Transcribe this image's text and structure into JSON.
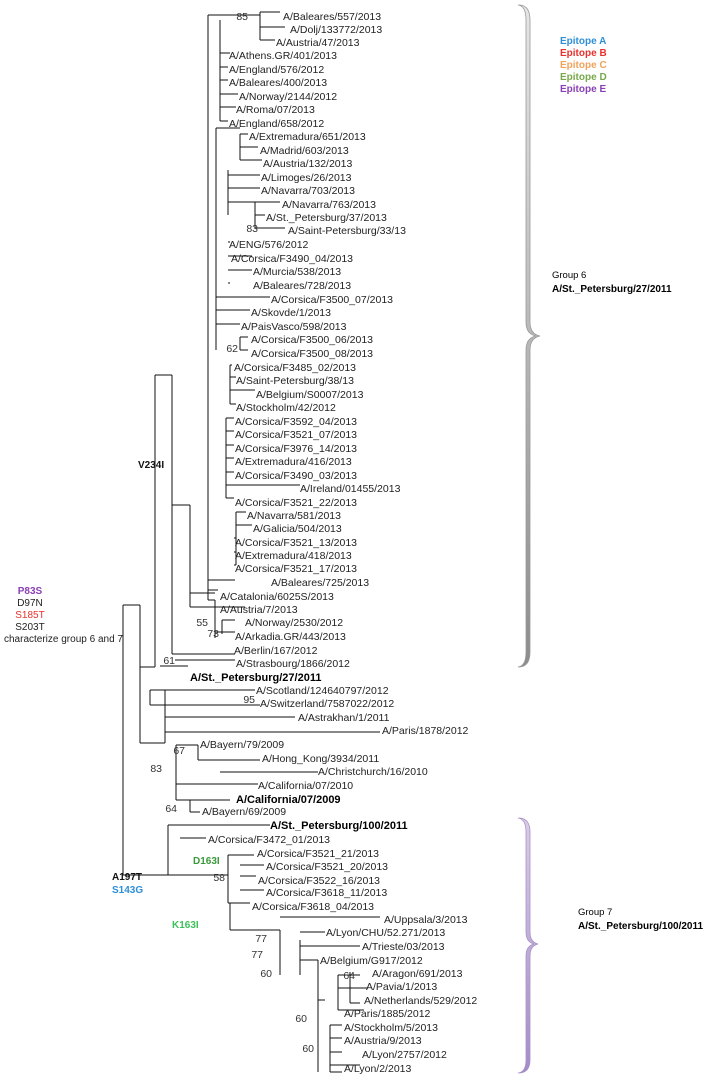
{
  "leaves": [
    "A/Baleares/557/2013",
    "A/Dolj/133772/2013",
    "A/Austria/47/2013",
    "A/Athens.GR/401/2013",
    "A/England/576/2012",
    "A/Baleares/400/2013",
    "A/Norway/2144/2012",
    "A/Roma/07/2013",
    "A/England/658/2012",
    "A/Extremadura/651/2013",
    "A/Madrid/603/2013",
    "A/Austria/132/2013",
    "A/Limoges/26/2013",
    "A/Navarra/703/2013",
    "A/Navarra/763/2013",
    "A/St._Petersburg/37/2013",
    "A/Saint-Petersburg/33/13",
    "A/ENG/576/2012",
    "A/Corsica/F3490_04/2013",
    "A/Murcia/538/2013",
    "A/Baleares/728/2013",
    "A/Corsica/F3500_07/2013",
    "A/Skovde/1/2013",
    "A/PaisVasco/598/2013",
    "A/Corsica/F3500_06/2013",
    "A/Corsica/F3500_08/2013",
    "A/Corsica/F3485_02/2013",
    "A/Saint-Petersburg/38/13",
    "A/Belgium/S0007/2013",
    "A/Stockholm/42/2012",
    "A/Corsica/F3592_04/2013",
    "A/Corsica/F3521_07/2013",
    "A/Corsica/F3976_14/2013",
    "A/Extremadura/416/2013",
    "A/Corsica/F3490_03/2013",
    "A/Ireland/01455/2013",
    "A/Corsica/F3521_22/2013",
    "A/Navarra/581/2013",
    "A/Galicia/504/2013",
    "A/Corsica/F3521_13/2013",
    "A/Extremadura/418/2013",
    "A/Corsica/F3521_17/2013",
    "A/Baleares/725/2013",
    "A/Catalonia/6025S/2013",
    "A/Austria/7/2013",
    "A/Norway/2530/2012",
    "A/Arkadia.GR/443/2013",
    "A/Berlin/167/2012",
    "A/Strasbourg/1866/2012",
    "A/St._Petersburg/27/2011",
    "A/Scotland/124640797/2012",
    "A/Switzerland/7587022/2012",
    "A/Astrakhan/1/2011",
    "A/Paris/1878/2012",
    "A/Bayern/79/2009",
    "A/Hong_Kong/3934/2011",
    "A/Christchurch/16/2010",
    "A/California/07/2010",
    "A/California/07/2009",
    "A/Bayern/69/2009",
    "A/St._Petersburg/100/2011",
    "A/Corsica/F3472_01/2013",
    "A/Corsica/F3521_21/2013",
    "A/Corsica/F3521_20/2013",
    "A/Corsica/F3522_16/2013",
    "A/Corsica/F3618_11/2013",
    "A/Corsica/F3618_04/2013",
    "A/Uppsala/3/2013",
    "A/Lyon/CHU/52.271/2013",
    "A/Trieste/03/2013",
    "A/Belgium/G917/2012",
    "A/Aragon/691/2013",
    "A/Pavia/1/2013",
    "A/Netherlands/529/2012",
    "A/Paris/1885/2012",
    "A/Stockholm/5/2013",
    "A/Austria/9/2013",
    "A/Lyon/2757/2012",
    "A/Lyon/2/2013"
  ],
  "bootstrap": [
    "85",
    "83",
    "62",
    "55",
    "73",
    "61",
    "95",
    "67",
    "83",
    "64",
    "58",
    "77",
    "77",
    "60",
    "64",
    "60",
    "60"
  ],
  "mutations": {
    "v234i": "V234I",
    "p83s": "P83S",
    "d97n": "D97N",
    "s185t": "S185T",
    "s203t": "S203T",
    "characterize": "characterize group 6 and 7",
    "a197t": "A197T",
    "s143g": "S143G",
    "d163i": "D163I",
    "k163i": "K163I"
  },
  "legend": [
    {
      "label": "Epitope A",
      "color": "#2e8fd6"
    },
    {
      "label": "Epitope B",
      "color": "#e8312d"
    },
    {
      "label": "Epitope C",
      "color": "#f0a35a"
    },
    {
      "label": "Epitope D",
      "color": "#78a84a"
    },
    {
      "label": "Epitope E",
      "color": "#8a3fb5"
    }
  ],
  "groups": {
    "g6": {
      "label": "Group 6",
      "ref": "A/St._Petersburg/27/2011"
    },
    "g7": {
      "label": "Group 7",
      "ref": "A/St._Petersburg/100/2011"
    }
  },
  "colors": {
    "p83s": "#8a3fb5",
    "s185t": "#e8312d",
    "s143g": "#2e8fd6",
    "d163i": "#3a9a3a",
    "k163i": "#3fbf5a",
    "group6_bracket": "#9a9a9a",
    "group7_bracket": "#b49cd0"
  }
}
